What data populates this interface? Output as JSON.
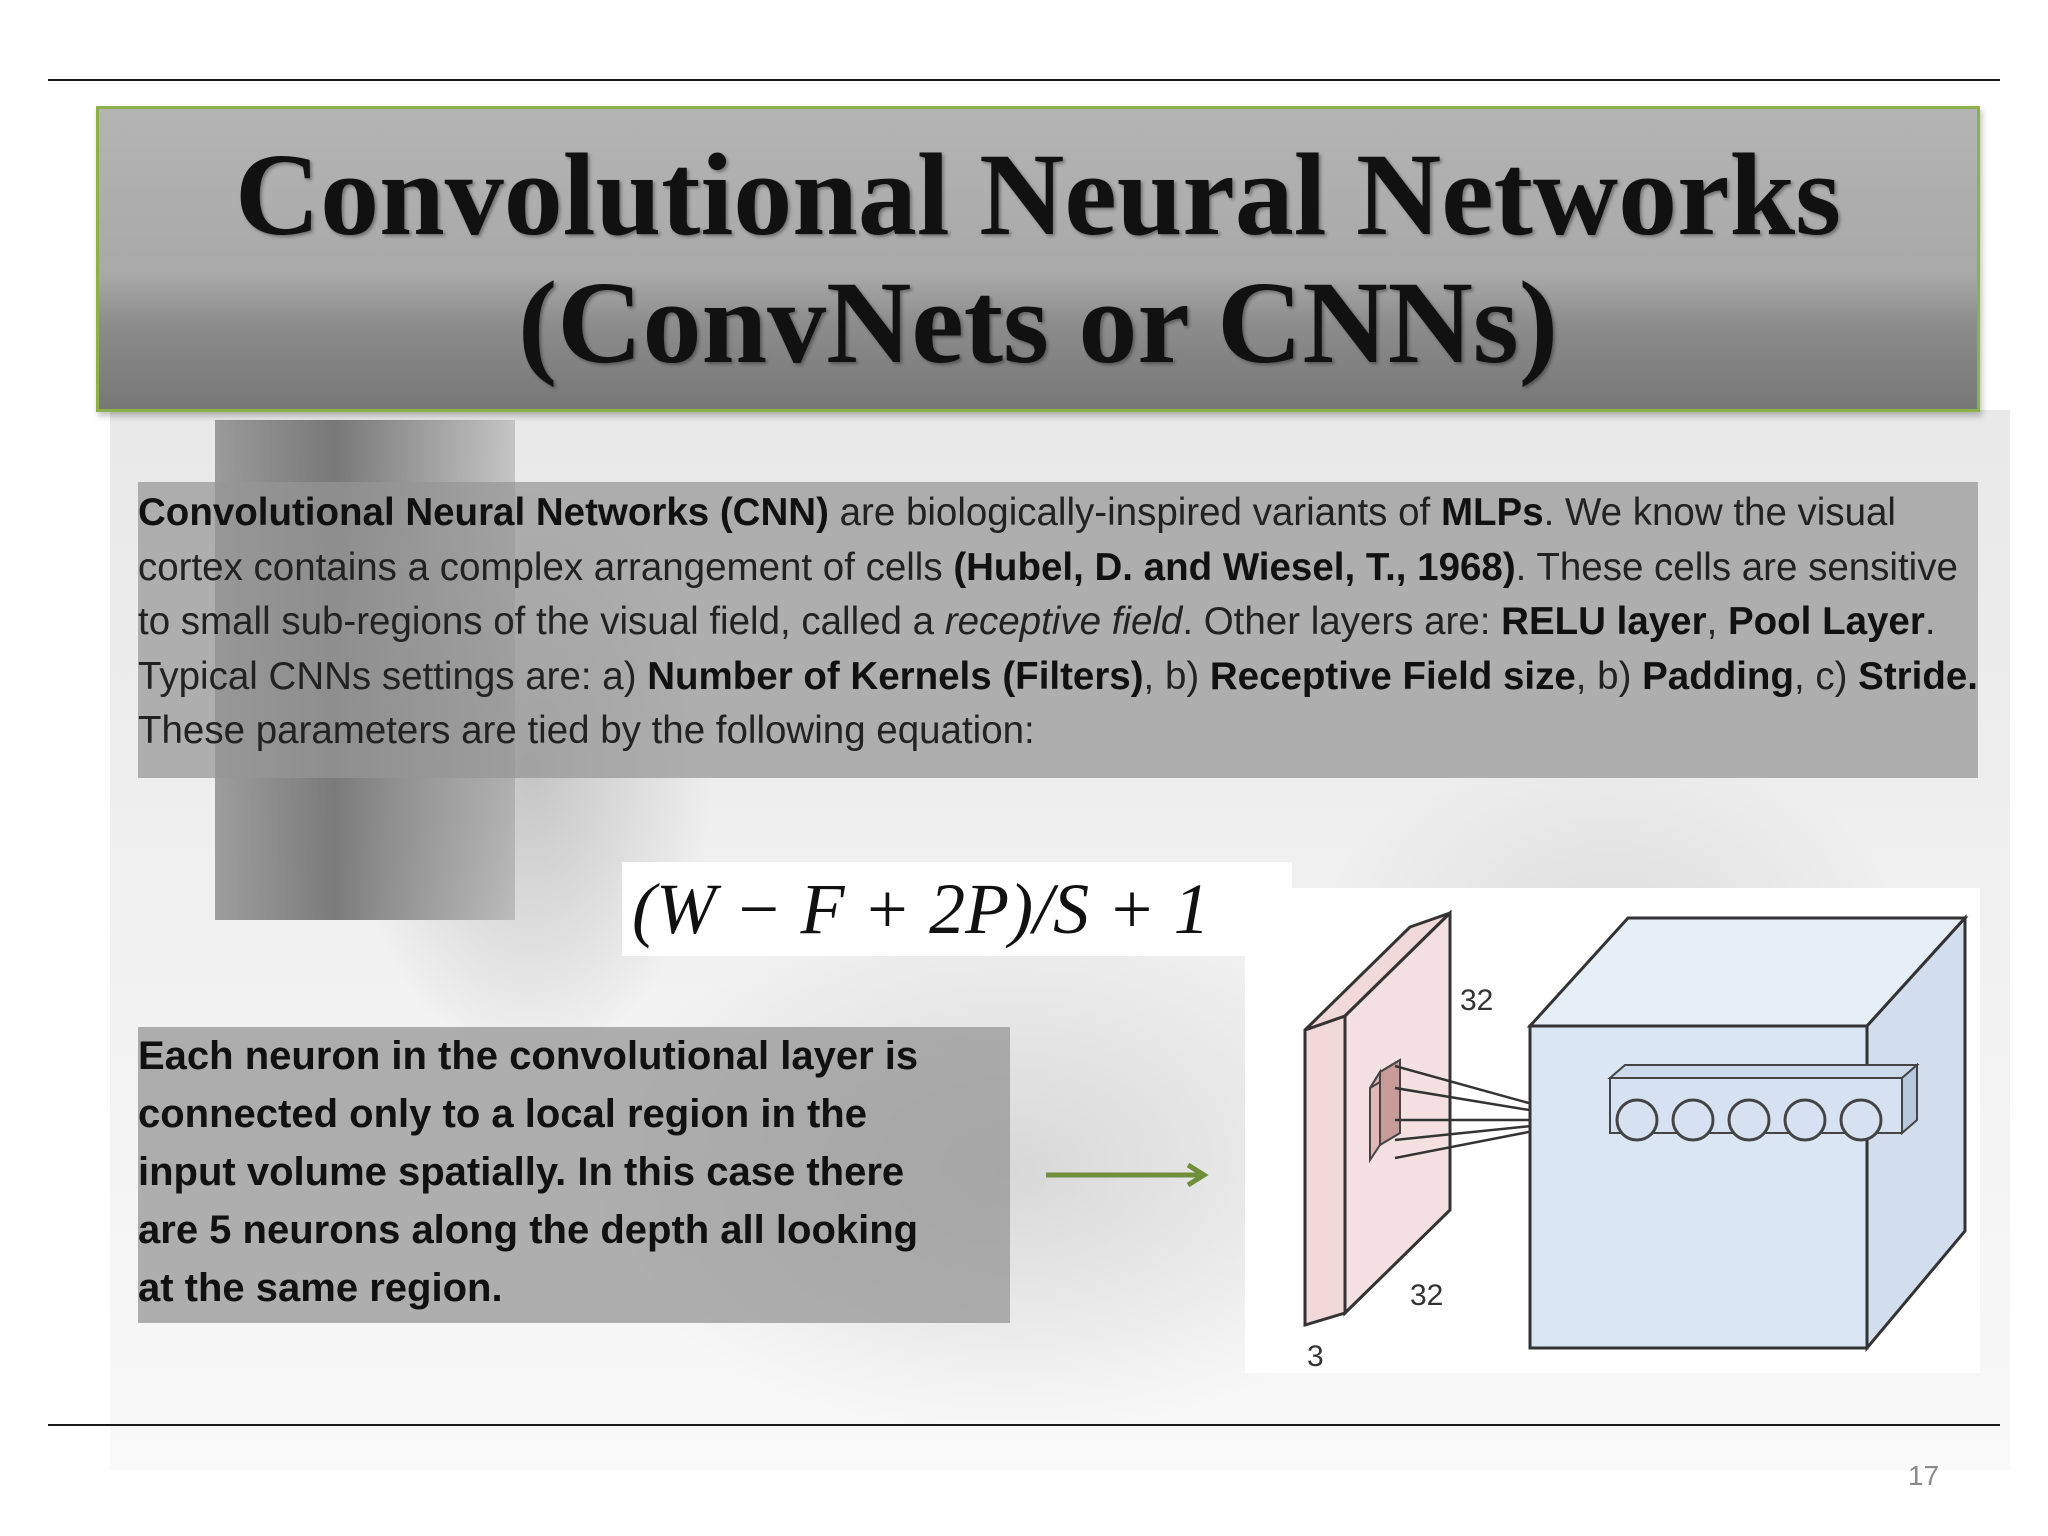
{
  "slide": {
    "title_line1": "Convolutional Neural Networks",
    "title_line2": "(ConvNets or CNNs)",
    "page_number": "17"
  },
  "paragraph": {
    "p1_b1": "Convolutional Neural Networks (CNN)",
    "p1_t1": " are biologically-inspired variants of ",
    "p1_b2": "MLPs",
    "p1_t2": ". We know the visual cortex contains a complex arrangement of cells ",
    "p1_b3": "(Hubel, D. and Wiesel, T., 1968)",
    "p1_t3": ".  These cells are sensitive to small sub-regions of the visual field, called a ",
    "p1_i1": "receptive field",
    "p1_t4": ". Other layers are: ",
    "p1_b4": "RELU layer",
    "p1_t5": ", ",
    "p1_b5": "Pool Layer",
    "p1_t6": ". Typical CNNs settings are: a) ",
    "p1_b6": "Number of Kernels (Filters)",
    "p1_t7": ", b)  ",
    "p1_b7": "Receptive Field size",
    "p1_t8": ", b) ",
    "p1_b8": "Padding",
    "p1_t9": ", c) ",
    "p1_b9": "Stride.",
    "p1_t10": " These parameters are tied by the following equation:"
  },
  "equation": {
    "text": "(W − F + 2P)/S + 1"
  },
  "note": {
    "line1": "Each neuron in the convolutional layer is",
    "line2": "connected only to a local region in the",
    "line3": "input volume spatially. In this case there",
    "line4": "are 5 neurons along the depth all looking",
    "line5": "at the same region."
  },
  "diagram": {
    "label_height": "32",
    "label_width": "32",
    "label_depth": "3",
    "input_color": "#f2d9d9",
    "output_color": "#dbe6f4",
    "neuron_count": 5
  },
  "colors": {
    "title_border": "#8db04a",
    "arrow": "#6f8f3a"
  }
}
